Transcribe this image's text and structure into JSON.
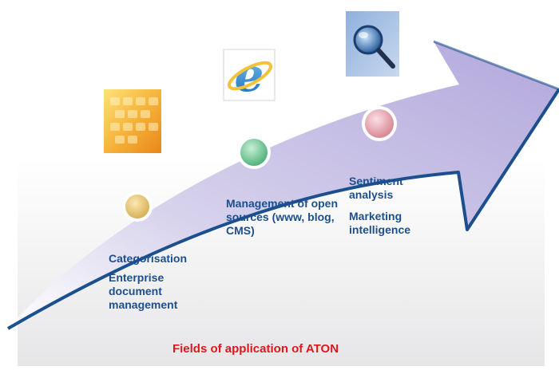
{
  "stages": [
    {
      "labels": [
        "Categorisation",
        "Enterprise document management"
      ],
      "circle_color": "#e8c878",
      "icon": "keyboard-icon"
    },
    {
      "labels": [
        "Management of open sources (www, blog, CMS)"
      ],
      "circle_color": "#76c89a",
      "icon": "internet-explorer-icon"
    },
    {
      "labels": [
        "Sentiment analysis",
        "Marketing intelligence"
      ],
      "circle_color": "#e8a0ac",
      "icon": "magnifying-glass-icon"
    }
  ],
  "caption": "Fields of application of ATON",
  "colors": {
    "text": "#1c4f8e",
    "caption": "#e0161d",
    "arrow": "#bdb4e0",
    "arrow_edge": "#1c4f8e"
  }
}
